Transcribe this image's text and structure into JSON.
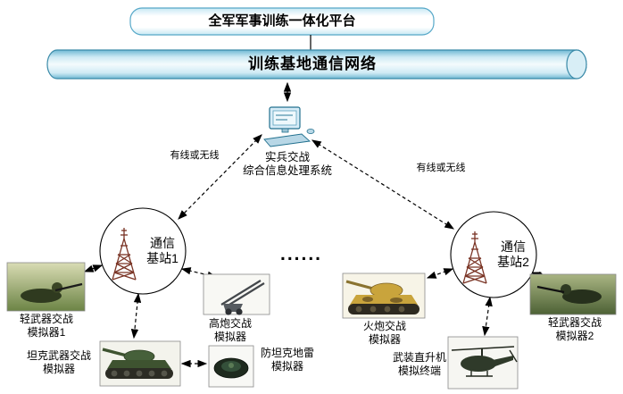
{
  "platform": {
    "title": "全军军事训练一体化平台"
  },
  "network": {
    "title": "训练基地通信网络"
  },
  "processor": {
    "line1": "实兵交战",
    "line2": "综合信息处理系统"
  },
  "links": {
    "left_label": "有线或无线",
    "right_label": "有线或无线"
  },
  "stations": [
    {
      "line1": "通信",
      "line2": "基站1"
    },
    {
      "line1": "通信",
      "line2": "基站2"
    }
  ],
  "ellipsis": "......",
  "simulators": [
    {
      "icon": "soldier-photo",
      "line1": "轻武器交战",
      "line2": "模拟器1"
    },
    {
      "icon": "anti-aircraft-gun-photo",
      "line1": "高炮交战",
      "line2": "模拟器"
    },
    {
      "icon": "tank-photo",
      "line1": "坦克武器交战",
      "line2": "模拟器"
    },
    {
      "icon": "anti-tank-mine-photo",
      "line1": "防坦克地雷",
      "line2": "模拟器"
    },
    {
      "icon": "artillery-tank-photo",
      "line1": "火炮交战",
      "line2": "模拟器"
    },
    {
      "icon": "helicopter-photo",
      "line1": "武装直升机",
      "line2": "模拟终端"
    },
    {
      "icon": "soldier-photo",
      "line1": "轻武器交战",
      "line2": "模拟器2"
    }
  ],
  "colors": {
    "box_blue": "#cdeaf5",
    "cylinder_blue": "#6fb9d4",
    "tower_brown": "#7a3425",
    "line_black": "#000000"
  }
}
